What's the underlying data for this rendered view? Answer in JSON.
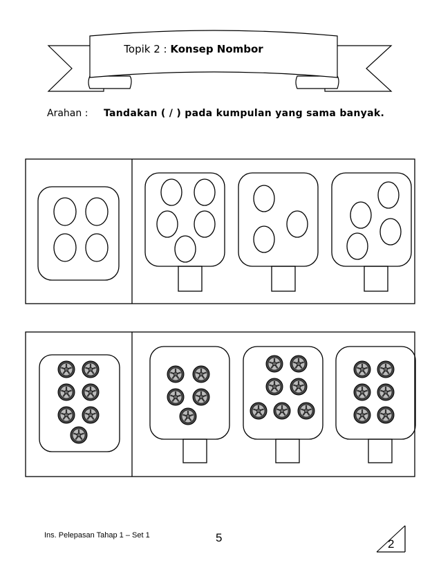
{
  "banner": {
    "prefix": "Topik 2 :",
    "title": "Konsep  Nombor"
  },
  "instruction": {
    "label": "Arahan :",
    "text": "Tandakan  ( / )  pada  kumpulan  yang  sama  banyak."
  },
  "rows": [
    {
      "item_type": "ovals",
      "reference_count": 4,
      "choice_counts": [
        5,
        3,
        4
      ]
    },
    {
      "item_type": "wheels",
      "reference_count": 7,
      "choice_counts": [
        5,
        7,
        6
      ]
    }
  ],
  "footer": {
    "left": "Ins. Pelepasan Tahap 1 – Set 1",
    "page": "5",
    "score": "2"
  }
}
